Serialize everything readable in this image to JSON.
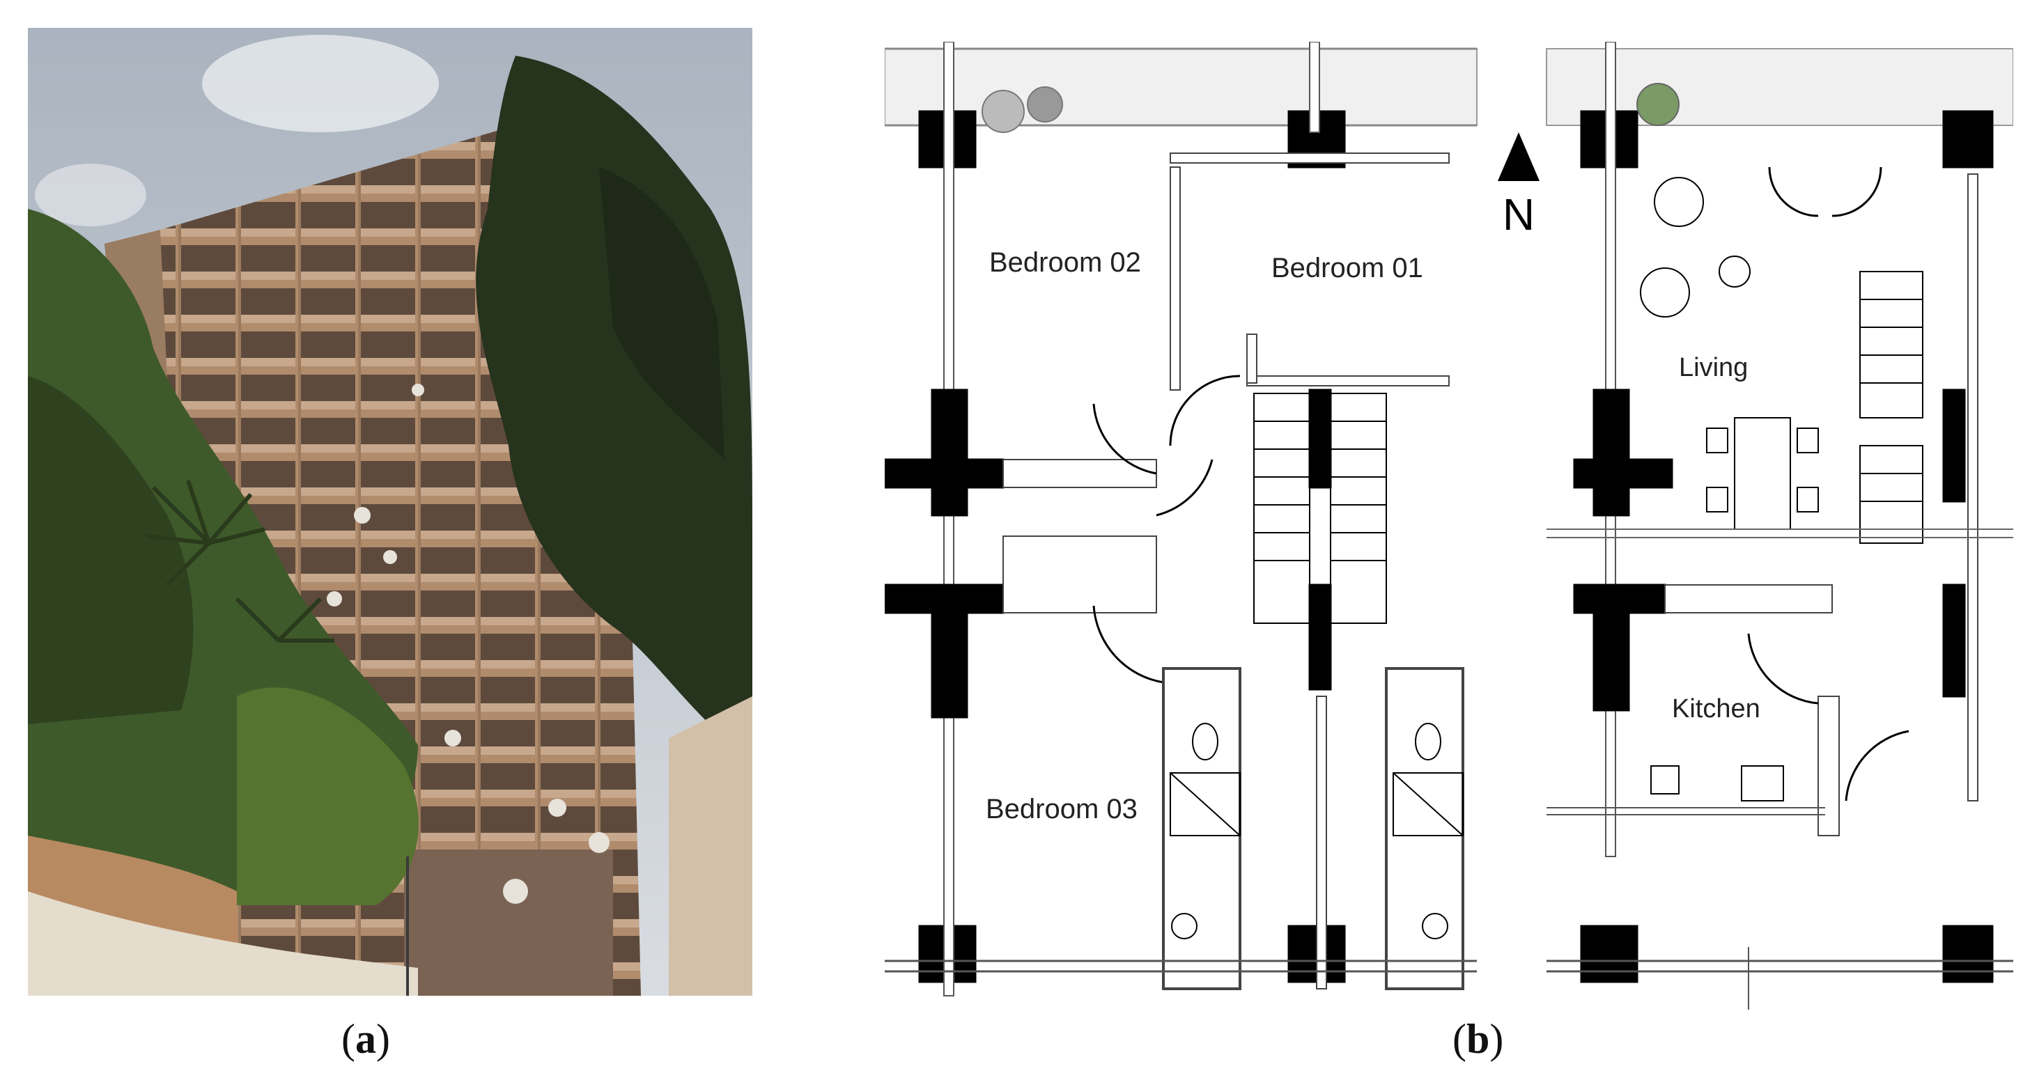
{
  "panels": {
    "a": {
      "open": "(",
      "letter": "a",
      "close": ")"
    },
    "b": {
      "open": "(",
      "letter": "b",
      "close": ")"
    }
  },
  "plan": {
    "rooms": {
      "bedroom_01": "Bedroom  01",
      "bedroom_02": "Bedroom 02",
      "bedroom_03": "Bedroom 03",
      "living": "Living",
      "kitchen": "Kitchen"
    },
    "north_label": "N"
  },
  "colors": {
    "sky": "#b9c1cc",
    "facade": "#a8876b",
    "foliage_dark": "#2c3a22",
    "foliage_mid": "#4d6a2e",
    "wall_cream": "#e6ddd0",
    "wall_fill": "#000000"
  }
}
